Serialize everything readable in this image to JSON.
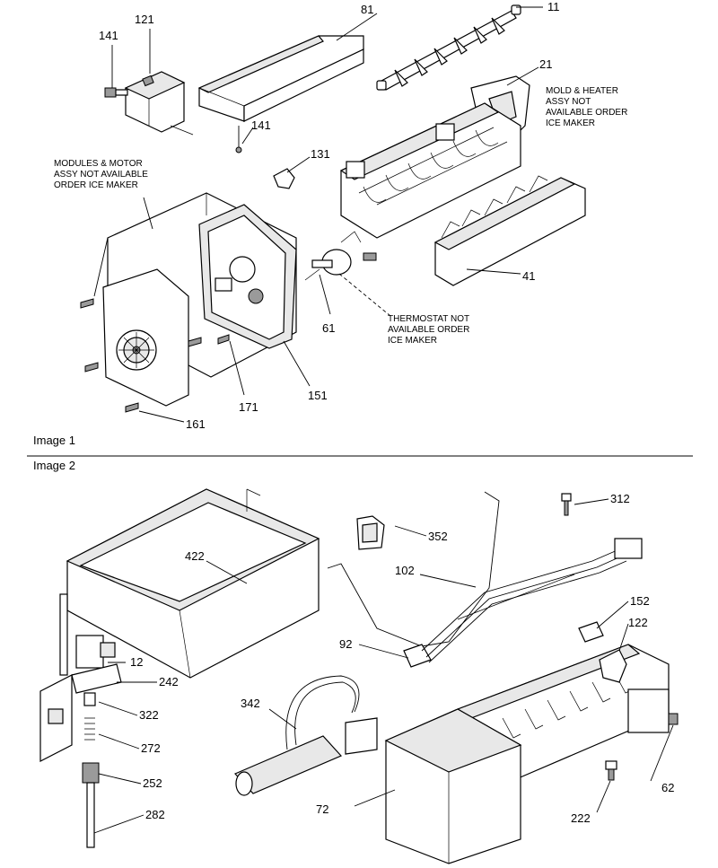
{
  "image1": {
    "caption": "Image 1",
    "callouts": [
      "11",
      "21",
      "41",
      "61",
      "81",
      "121",
      "131",
      "141",
      "141",
      "151",
      "161",
      "171"
    ],
    "notes": {
      "modules": [
        "MODULES & MOTOR",
        "ASSY NOT AVAILABLE",
        "ORDER ICE MAKER"
      ],
      "mold": [
        "MOLD & HEATER",
        "ASSY NOT",
        "AVAILABLE ORDER",
        "ICE MAKER"
      ],
      "thermostat": [
        "THERMOSTAT NOT",
        "AVAILABLE ORDER",
        "ICE MAKER"
      ]
    }
  },
  "image2": {
    "caption": "Image 2",
    "callouts": [
      "12",
      "62",
      "72",
      "92",
      "102",
      "122",
      "152",
      "222",
      "242",
      "252",
      "272",
      "282",
      "312",
      "322",
      "342",
      "352",
      "422"
    ]
  }
}
